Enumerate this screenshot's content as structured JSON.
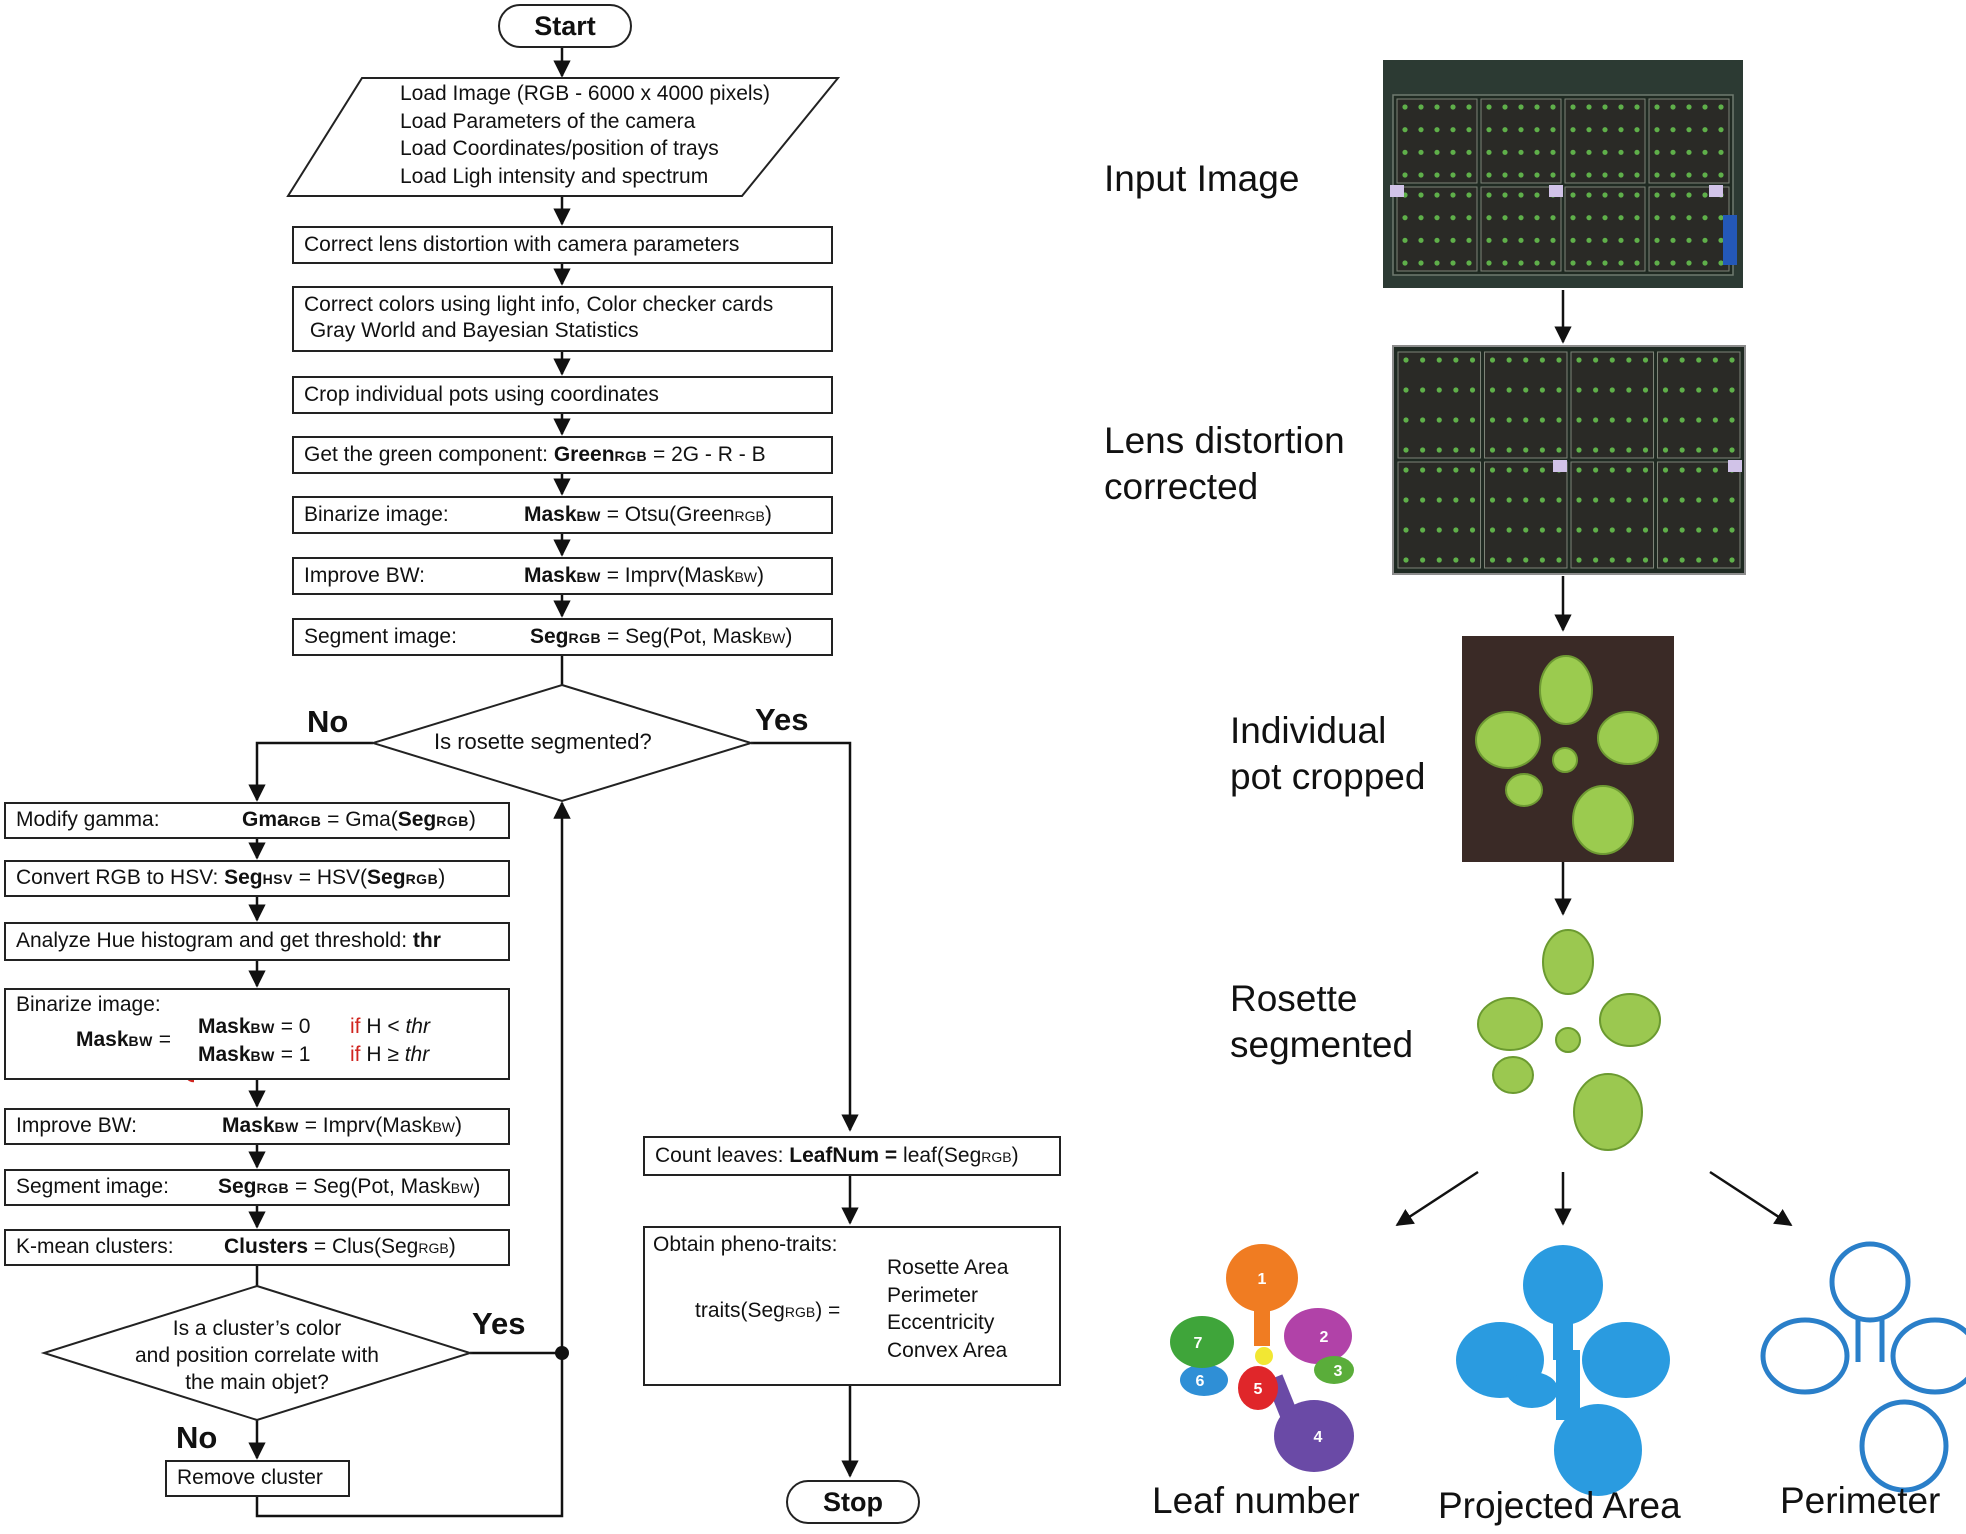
{
  "flowchart": {
    "start": "Start",
    "stop": "Stop",
    "load": [
      "Load Image (RGB - 6000 x 4000 pixels)",
      "Load Parameters of the camera",
      "Load Coordinates/position of trays",
      "Load Ligh intensity and spectrum"
    ],
    "correct_lens": "Correct lens distortion with camera parameters",
    "correct_colors": [
      "Correct colors using light info, Color checker cards",
      " Gray World and Bayesian Statistics"
    ],
    "crop": "Crop individual pots using coordinates",
    "green": {
      "label": "Get the green component: ",
      "bold": "Green",
      "sub": "RGB",
      "rest": " = 2G - R - B"
    },
    "binarize1": {
      "label": "Binarize image:",
      "bold": "Mask",
      "sub": "BW",
      "rest1": " = Otsu(Green",
      "rsub": "RGB",
      "rest2": ")"
    },
    "improve1": {
      "label": "Improve BW:",
      "bold": "Mask",
      "sub": "BW",
      "rest1": " = Imprv(Mask",
      "rsub": "BW",
      "rest2": ")"
    },
    "segment1": {
      "label": "Segment image:",
      "bold": "Seg",
      "sub": "RGB",
      "rest1": " = Seg(Pot, Mask",
      "rsub": "BW",
      "rest2": ")"
    },
    "decision1": {
      "text": "Is rosette segmented?",
      "no": "No",
      "yes": "Yes"
    },
    "gamma": {
      "label": "Modify gamma:",
      "bold": "Gma",
      "sub": "RGB",
      "rest1": " = Gma(",
      "bold2": "Seg",
      "sub2": "RGB",
      "rest2": ")"
    },
    "hsv": {
      "label": "Convert RGB to HSV: ",
      "bold": "Seg",
      "sub": "HSV",
      "rest1": " = HSV(",
      "bold2": "Seg",
      "sub2": "RGB",
      "rest2": ")"
    },
    "hue": {
      "label": "Analyze Hue histogram and get threshold: ",
      "bold": "thr"
    },
    "binarize2": {
      "label": "Binarize image:",
      "lhs": "Mask",
      "lhs_sub": "BW",
      "eq": " =",
      "row1": {
        "bold": "Mask",
        "sub": "BW",
        "rest": " = 0",
        "if": "if",
        "cond": " H < ",
        "thr": "thr"
      },
      "row2": {
        "bold": "Mask",
        "sub": "BW",
        "rest": " = 1",
        "if": "if",
        "cond": " H ≥ ",
        "thr": "thr"
      }
    },
    "improve2": {
      "label": "Improve BW:",
      "bold": "Mask",
      "sub": "BW",
      "rest1": " = Imprv(Mask",
      "rsub": "BW",
      "rest2": ")"
    },
    "segment2": {
      "label": "Segment image:",
      "bold": "Seg",
      "sub": "RGB",
      "rest1": " = Seg(Pot, Mask",
      "rsub": "BW",
      "rest2": ")"
    },
    "kmeans": {
      "label": "K-mean clusters:",
      "bold": "Clusters",
      "rest1": " = Clus(Seg",
      "rsub": "RGB",
      "rest2": ")"
    },
    "decision2": {
      "lines": [
        "Is a cluster’s color",
        "and position correlate with",
        "the main objet?"
      ],
      "yes": "Yes",
      "no": "No"
    },
    "remove": "Remove cluster",
    "count": {
      "label": "Count leaves: ",
      "bold": "LeafNum =",
      "rest1": " leaf(Seg",
      "rsub": "RGB",
      "rest2": ")"
    },
    "traits": {
      "title": "Obtain pheno-traits:",
      "lhs": "traits(Seg",
      "lhs_sub": "RGB",
      "lhs_end": ") =",
      "items": [
        "Rosette Area",
        "Perimeter",
        "Eccentricity",
        "Convex Area"
      ]
    }
  },
  "pipeline": {
    "input_image": "Input Image",
    "lens": [
      "Lens distortion",
      "corrected"
    ],
    "pot": [
      "Individual",
      "pot cropped"
    ],
    "rosette": [
      "Rosette",
      "segmented"
    ],
    "outputs": [
      "Leaf number",
      "Projected Area",
      "Perimeter"
    ],
    "leaf_numbers": [
      "1",
      "2",
      "3",
      "4",
      "5",
      "6",
      "7"
    ],
    "leaf_colors": [
      "#f07c22",
      "#b142a8",
      "#5aad3a",
      "#6a4aa6",
      "#e0262a",
      "#2f8fd6",
      "#3fa53a"
    ],
    "area_color": "#2a9be0",
    "perimeter_color": "#2a7fc9"
  }
}
